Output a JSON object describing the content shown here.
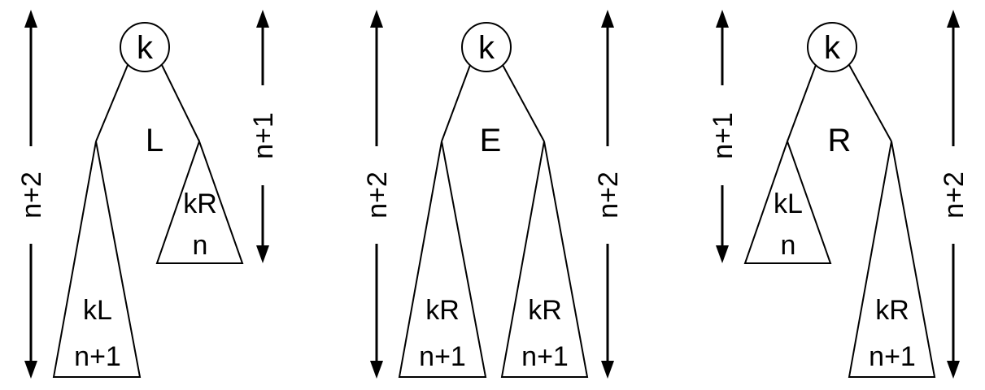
{
  "diagrams": [
    {
      "root": "k",
      "balance": "L",
      "left_subtree": {
        "name": "kL",
        "height": "n+1"
      },
      "right_subtree": {
        "name": "kR",
        "height": "n"
      },
      "left_height": "n+2",
      "right_height": "n+1"
    },
    {
      "root": "k",
      "balance": "E",
      "left_subtree": {
        "name": "kR",
        "height": "n+1"
      },
      "right_subtree": {
        "name": "kR",
        "height": "n+1"
      },
      "left_height": "n+2",
      "right_height": "n+2"
    },
    {
      "root": "k",
      "balance": "R",
      "left_subtree": {
        "name": "kL",
        "height": "n"
      },
      "right_subtree": {
        "name": "kR",
        "height": "n+1"
      },
      "left_height": "n+1",
      "right_height": "n+2"
    }
  ]
}
